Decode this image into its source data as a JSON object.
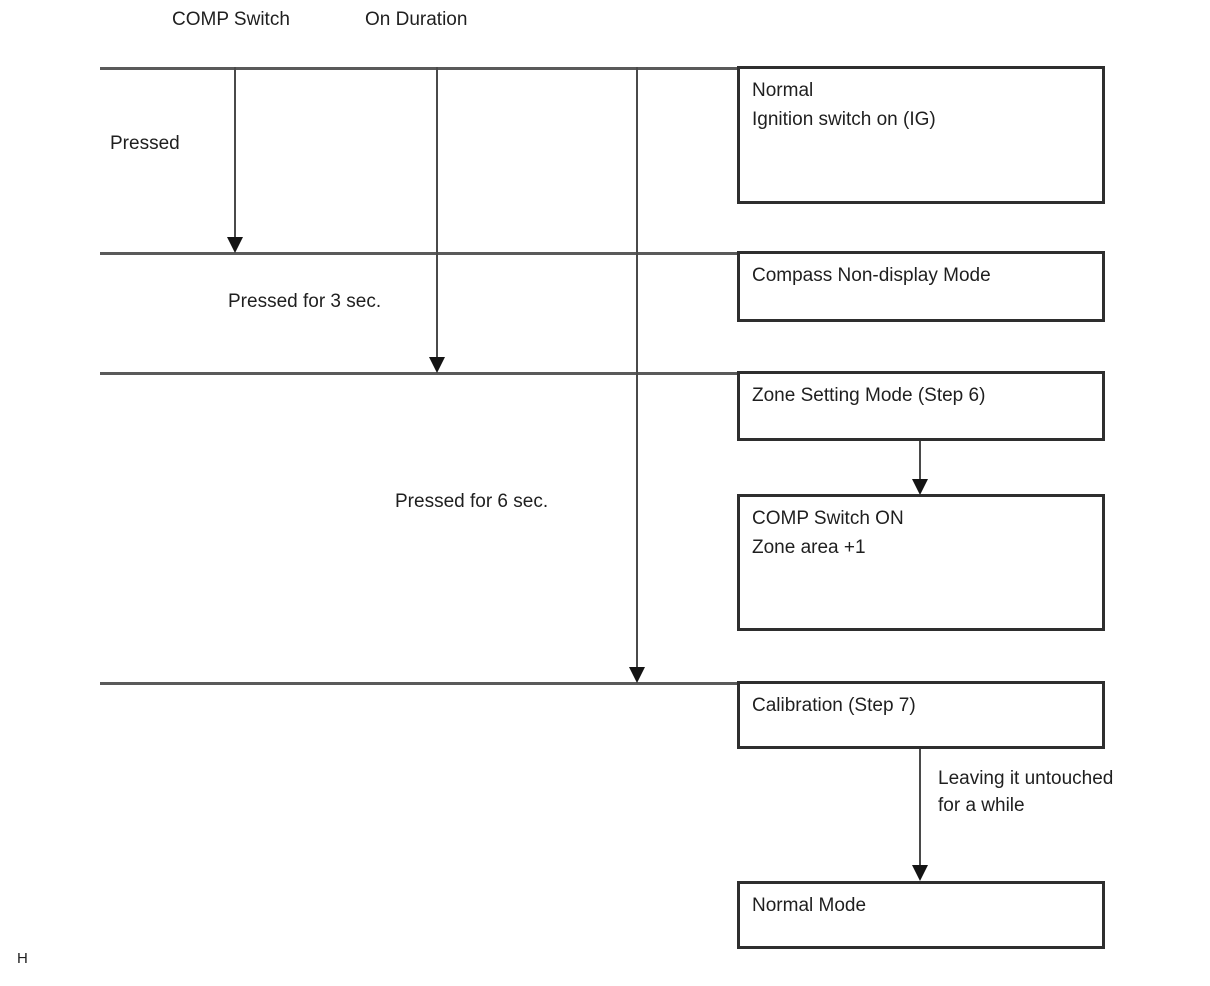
{
  "diagram": {
    "title_columns": {
      "comp_switch": "COMP Switch",
      "on_duration": "On Duration"
    },
    "transition_labels": {
      "pressed": "Pressed",
      "pressed_3_sec": "Pressed for 3 sec.",
      "pressed_6_sec": "Pressed for 6 sec.",
      "leaving_line1": "Leaving it untouched",
      "leaving_line2": "for a while"
    },
    "boxes": [
      {
        "line1": "Normal",
        "line2": "Ignition switch on (IG)"
      },
      {
        "line1": "Compass Non-display Mode"
      },
      {
        "line1": "Zone Setting Mode (Step 6)"
      },
      {
        "line1": "COMP Switch ON",
        "line2": "Zone area +1"
      },
      {
        "line1": "Calibration (Step 7)"
      },
      {
        "line1": "Normal Mode"
      }
    ],
    "footer_mark": "H",
    "colors": {
      "line": "#5a5a5a",
      "box_border": "#2e2e2e",
      "text": "#1f1f1f",
      "background": "#ffffff"
    }
  }
}
